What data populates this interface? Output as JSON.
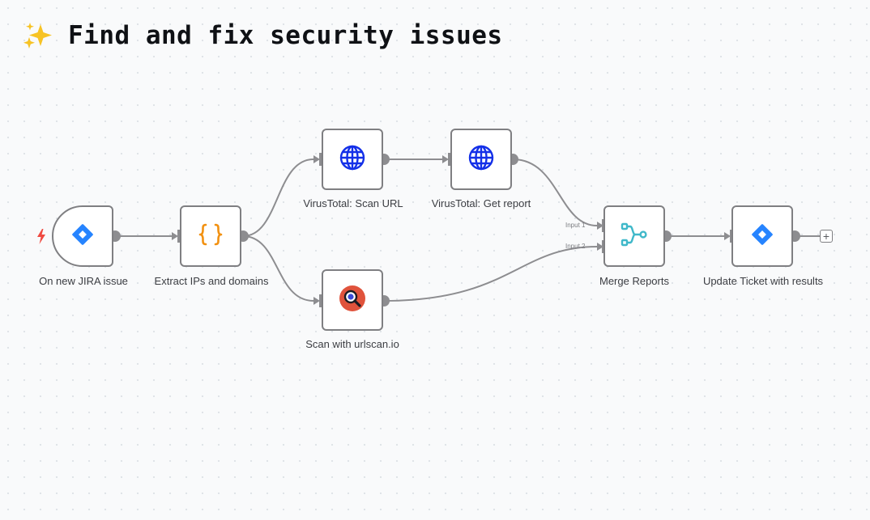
{
  "title": "Find and fix security issues",
  "colors": {
    "accent_jira": "#2684ff",
    "globe": "#1430e8",
    "code_braces": "#f29111",
    "merge": "#3fb8c9",
    "urlscan": "#e0533c",
    "trigger_bolt": "#ef4a41"
  },
  "nodes": {
    "jira_trigger": {
      "label": "On new JIRA issue",
      "icon": "jira-diamond-icon"
    },
    "extract": {
      "label": "Extract IPs and domains",
      "icon": "code-braces-icon"
    },
    "vt_scan": {
      "label": "VirusTotal: Scan URL",
      "icon": "globe-icon"
    },
    "vt_report": {
      "label": "VirusTotal: Get report",
      "icon": "globe-icon"
    },
    "urlscan": {
      "label": "Scan with urlscan.io",
      "icon": "urlscan-search-icon"
    },
    "merge": {
      "label": "Merge Reports",
      "icon": "merge-icon",
      "input1": "Input 1",
      "input2": "Input 2"
    },
    "update": {
      "label": "Update Ticket with results",
      "icon": "jira-diamond-icon"
    }
  },
  "add_button": "+"
}
